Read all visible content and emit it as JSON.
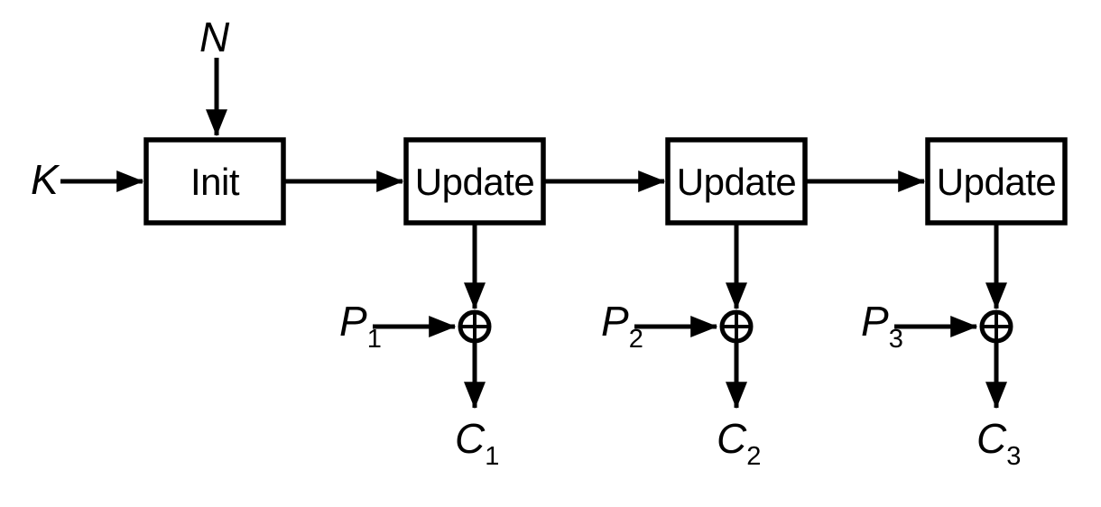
{
  "figure": {
    "name": "stream-cipher-encryption-diagram",
    "colors": {
      "ink": "#000000",
      "paper": "#ffffff"
    },
    "inputs": {
      "key_label": "K",
      "nonce_label": "N"
    },
    "blocks": {
      "init_label": "Init",
      "update_label": "Update"
    },
    "operators": {
      "xor_icon": "circled-plus-xor",
      "xor_symbol": "⊕"
    },
    "stages": [
      {
        "plaintext_base": "P",
        "plaintext_sub": "1",
        "ciphertext_base": "C",
        "ciphertext_sub": "1"
      },
      {
        "plaintext_base": "P",
        "plaintext_sub": "2",
        "ciphertext_base": "C",
        "ciphertext_sub": "2"
      },
      {
        "plaintext_base": "P",
        "plaintext_sub": "3",
        "ciphertext_base": "C",
        "ciphertext_sub": "3"
      }
    ]
  }
}
